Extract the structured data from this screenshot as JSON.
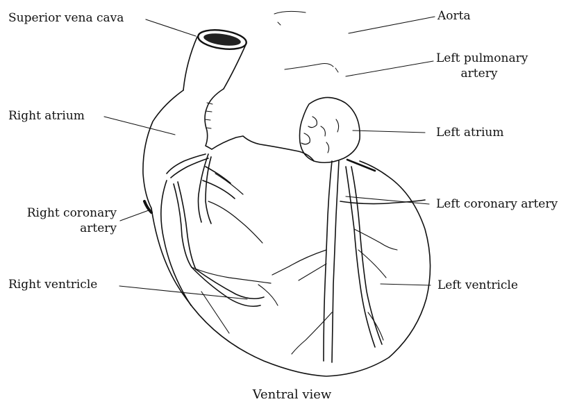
{
  "labels": {
    "superior_vena_cava": "Superior vena cava",
    "right_atrium": "Right atrium",
    "right_coronary_artery_line1": "Right coronary",
    "right_coronary_artery_line2": "artery",
    "right_ventricle": "Right ventricle",
    "aorta": "Aorta",
    "left_pulmonary_artery_line1": "Left pulmonary",
    "left_pulmonary_artery_line2": "artery",
    "left_atrium": "Left atrium",
    "left_coronary_artery": "Left coronary artery",
    "left_ventricle": "Left ventricle"
  },
  "caption": "Ventral view"
}
